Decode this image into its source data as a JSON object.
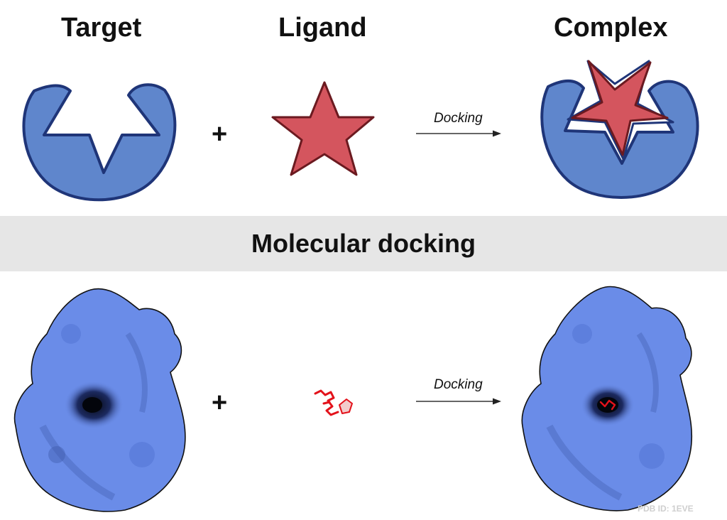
{
  "schematic": {
    "target_title": "Target",
    "ligand_title": "Ligand",
    "complex_title": "Complex",
    "plus_sign": "+",
    "arrow_label": "Docking"
  },
  "banner": {
    "title": "Molecular docking"
  },
  "molecular": {
    "plus_sign": "+",
    "arrow_label": "Docking",
    "pdb_id": "PDB ID: 1EVE"
  },
  "colors": {
    "receptor_fill": "#5f86cc",
    "receptor_stroke": "#1f3578",
    "ligand_fill": "#d4555e",
    "ligand_stroke": "#6b1a20",
    "surface_base": "#6a8ce8",
    "surface_dark": "#1c2a60",
    "ligand_red": "#e3121b",
    "band_bg": "#e6e6e6"
  },
  "icons": [
    "receptor-shape",
    "star-ligand",
    "arrow-right",
    "protein-surface",
    "ligand-molecule"
  ]
}
